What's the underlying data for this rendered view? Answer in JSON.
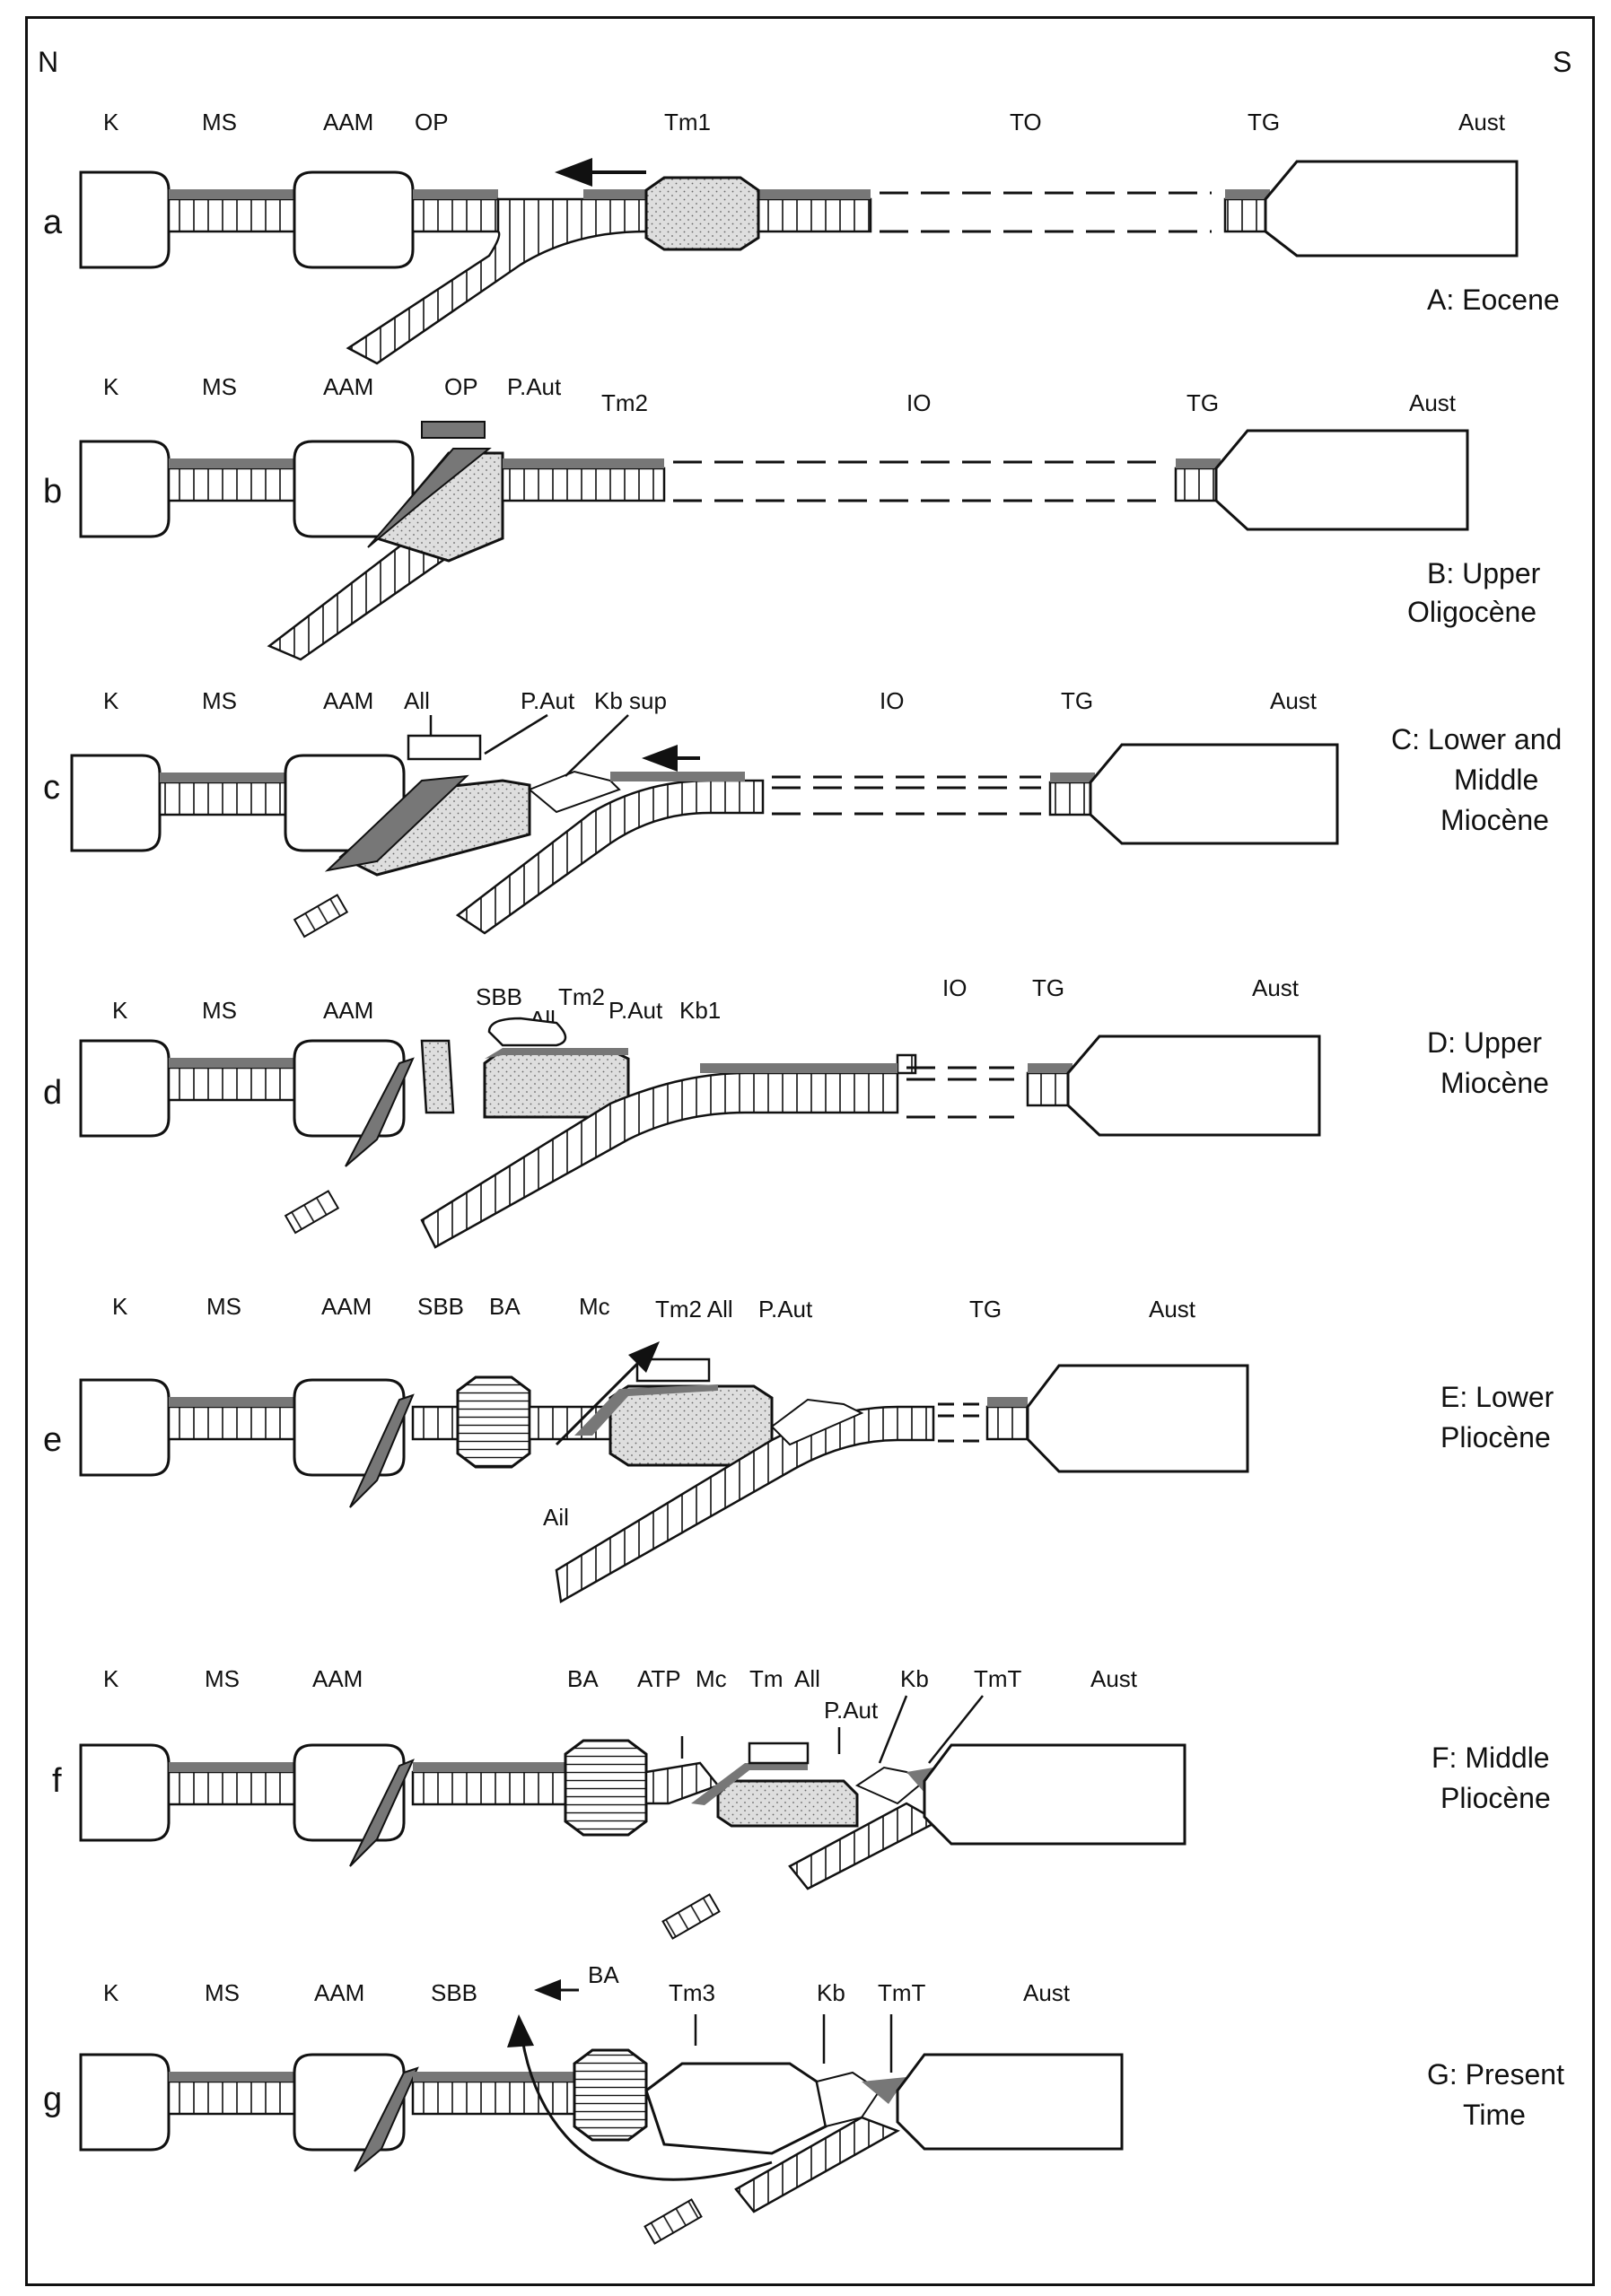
{
  "directions": {
    "north": "N",
    "south": "S"
  },
  "colors": {
    "line": "#111111",
    "sediment": "#777777",
    "stipple": "#d9d9d9",
    "paper": "#ffffff"
  },
  "panels": [
    {
      "id": "a",
      "letter": "a",
      "era_lines": [
        "A: Eocene"
      ],
      "labels": [
        "K",
        "MS",
        "AAM",
        "OP",
        "Tm1",
        "TO",
        "TG",
        "Aust"
      ]
    },
    {
      "id": "b",
      "letter": "b",
      "era_lines": [
        "B: Upper",
        "Oligocène"
      ],
      "labels": [
        "K",
        "MS",
        "AAM",
        "OP",
        "P.Aut",
        "Tm2",
        "IO",
        "TG",
        "Aust"
      ]
    },
    {
      "id": "c",
      "letter": "c",
      "era_lines": [
        "C: Lower and",
        "Middle",
        "Miocène"
      ],
      "labels": [
        "K",
        "MS",
        "AAM",
        "All",
        "P.Aut",
        "Kb sup",
        "IO",
        "TG",
        "Aust"
      ]
    },
    {
      "id": "d",
      "letter": "d",
      "era_lines": [
        "D: Upper",
        "Miocène"
      ],
      "labels": [
        "K",
        "MS",
        "AAM",
        "SBB",
        "All",
        "Tm2",
        "P.Aut",
        "Kb1",
        "IO",
        "TG",
        "Aust"
      ]
    },
    {
      "id": "e",
      "letter": "e",
      "era_lines": [
        "E: Lower",
        "Pliocène"
      ],
      "labels": [
        "K",
        "MS",
        "AAM",
        "SBB",
        "BA",
        "Mc",
        "Tm2 All",
        "P.Aut",
        "TG",
        "Aust",
        "Ail"
      ]
    },
    {
      "id": "f",
      "letter": "f",
      "era_lines": [
        "F: Middle",
        "Pliocène"
      ],
      "labels": [
        "K",
        "MS",
        "AAM",
        "BA",
        "ATP",
        "Mc",
        "Tm",
        "All",
        "Kb",
        "TmT",
        "Aust",
        "P.Aut"
      ]
    },
    {
      "id": "g",
      "letter": "g",
      "era_lines": [
        "G: Present",
        "Time"
      ],
      "labels": [
        "K",
        "MS",
        "AAM",
        "SBB",
        "BA",
        "Tm3",
        "Kb",
        "TmT",
        "Aust"
      ]
    }
  ]
}
